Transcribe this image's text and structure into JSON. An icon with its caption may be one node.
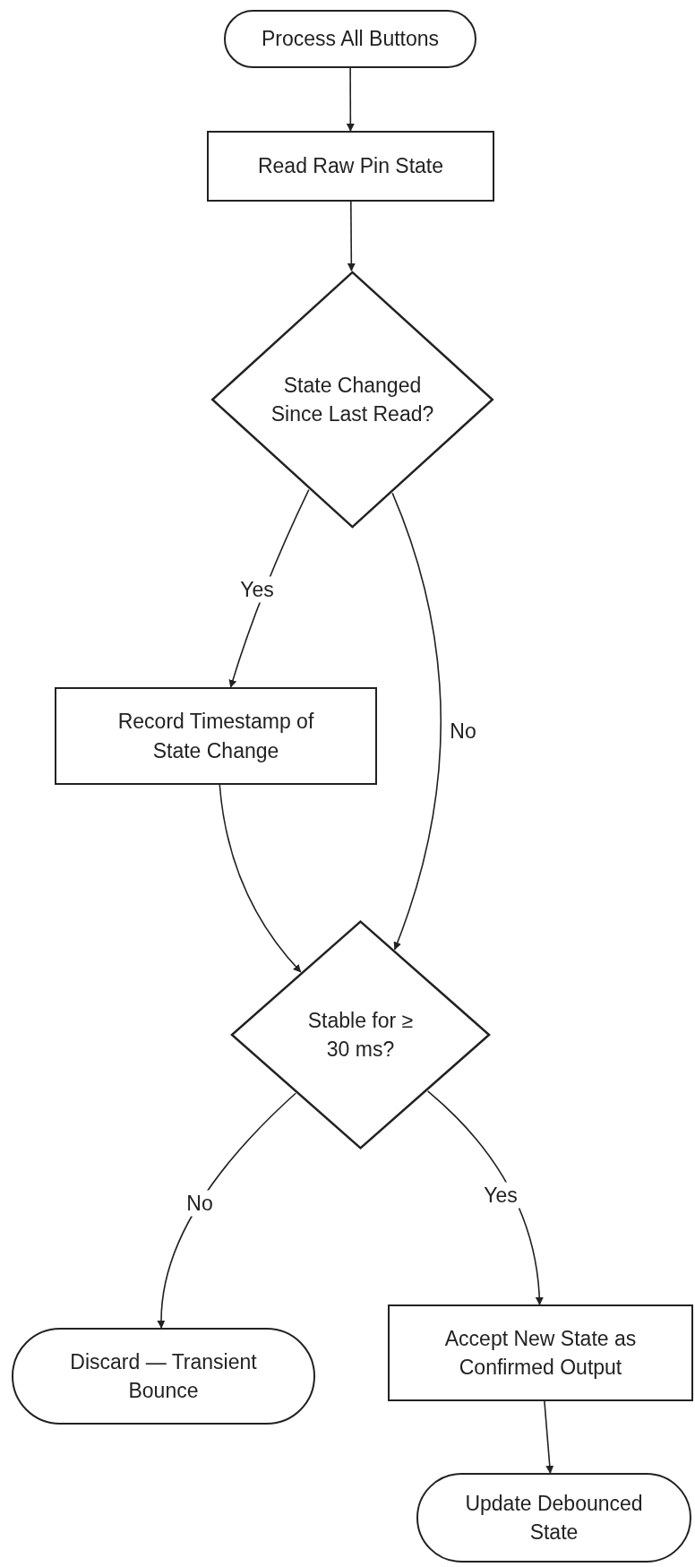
{
  "diagram": {
    "nodes": [
      {
        "text": [
          "Process All Buttons"
        ]
      },
      {
        "text": [
          "Read Raw Pin State"
        ]
      },
      {
        "text": [
          "State Changed Since Last Read?"
        ]
      },
      {
        "text": [
          "Record Timestamp of State Change"
        ]
      },
      {
        "text": [
          "Stable for ≥ 30 ms?"
        ]
      },
      {
        "text": [
          "Discard — Transient Bounce"
        ]
      },
      {
        "text": [
          "Accept New State as Confirmed Output"
        ]
      },
      {
        "text": [
          "Update Debounced State"
        ]
      }
    ],
    "edges": [
      {
        "from": 0,
        "to": 1,
        "arrow": "to"
      },
      {
        "from": 1,
        "to": 2,
        "arrow": "to"
      },
      {
        "from": 2,
        "to": 3,
        "arrow": "to",
        "label": "Yes"
      },
      {
        "from": 2,
        "to": 4,
        "arrow": "to",
        "label": "No"
      },
      {
        "from": 3,
        "to": 4,
        "arrow": "to"
      },
      {
        "from": 4,
        "to": 5,
        "arrow": "to",
        "label": "No"
      },
      {
        "from": 4,
        "to": 6,
        "arrow": "to",
        "label": "Yes"
      },
      {
        "from": 6,
        "to": 7,
        "arrow": "to"
      }
    ]
  }
}
